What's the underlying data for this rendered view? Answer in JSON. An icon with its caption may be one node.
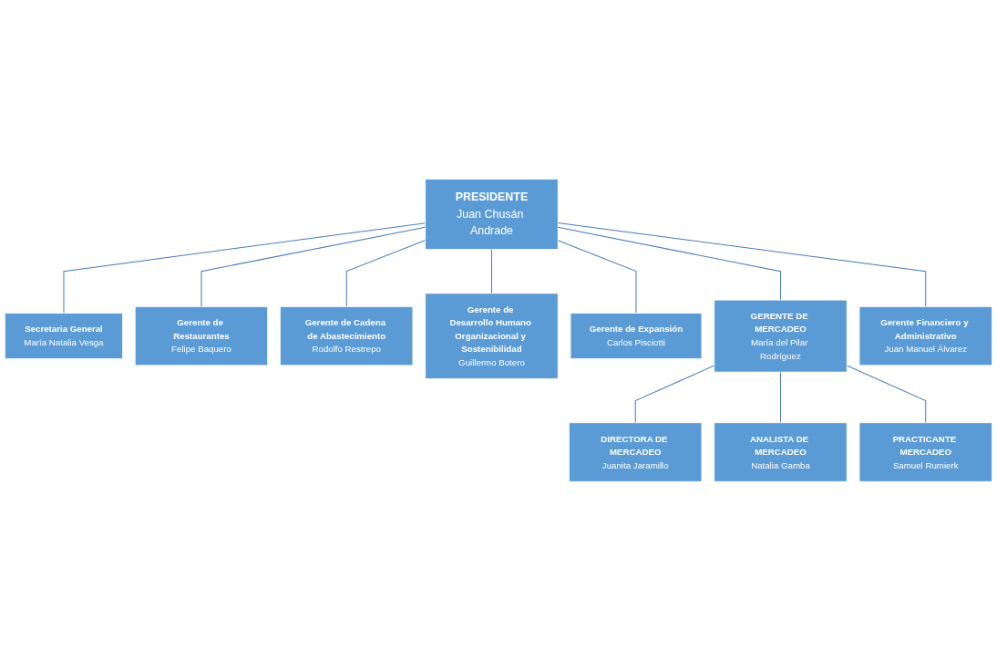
{
  "diagram": {
    "nodes": [
      {
        "text": [
          "PRESIDENTE",
          "Juan Chusán Andrade"
        ]
      },
      {
        "text": [
          "Secretaria General",
          "María Natalia Vesga"
        ]
      },
      {
        "text": [
          "Gerente de Restaurantes",
          "Felipe Baquero"
        ]
      },
      {
        "text": [
          "Gerente de Cadena de Abastecimiento",
          "Rodolfo Restrepo"
        ]
      },
      {
        "text": [
          "Gerente de Desarrollo Humano Organizacional y Sostenibilidad",
          "Guillermo Botero"
        ]
      },
      {
        "text": [
          "Gerente de Expansión",
          "Carlos Pisciotti"
        ]
      },
      {
        "text": [
          "GERENTE DE MERCADEO",
          "María del Pilar Rodríguez"
        ]
      },
      {
        "text": [
          "Gerente Financiero y Administrativo",
          "Juan Manuel Álvarez"
        ]
      },
      {
        "text": [
          "DIRECTORA DE MERCADEO",
          "Juanita Jaramillo"
        ]
      },
      {
        "text": [
          "ANALISTA DE MERCADEO",
          "Natalia Gamba"
        ]
      },
      {
        "text": [
          "PRACTICANTE MERCADEO",
          "Samuel Rumierk"
        ]
      }
    ],
    "edges": [
      {
        "from": 0,
        "to": 1,
        "arrow": "none"
      },
      {
        "from": 0,
        "to": 2,
        "arrow": "none"
      },
      {
        "from": 0,
        "to": 3,
        "arrow": "none"
      },
      {
        "from": 0,
        "to": 4,
        "arrow": "none"
      },
      {
        "from": 0,
        "to": 5,
        "arrow": "none"
      },
      {
        "from": 0,
        "to": 6,
        "arrow": "none"
      },
      {
        "from": 0,
        "to": 7,
        "arrow": "none"
      },
      {
        "from": 6,
        "to": 8,
        "arrow": "none"
      },
      {
        "from": 6,
        "to": 9,
        "arrow": "none"
      },
      {
        "from": 6,
        "to": 10,
        "arrow": "none"
      }
    ]
  }
}
